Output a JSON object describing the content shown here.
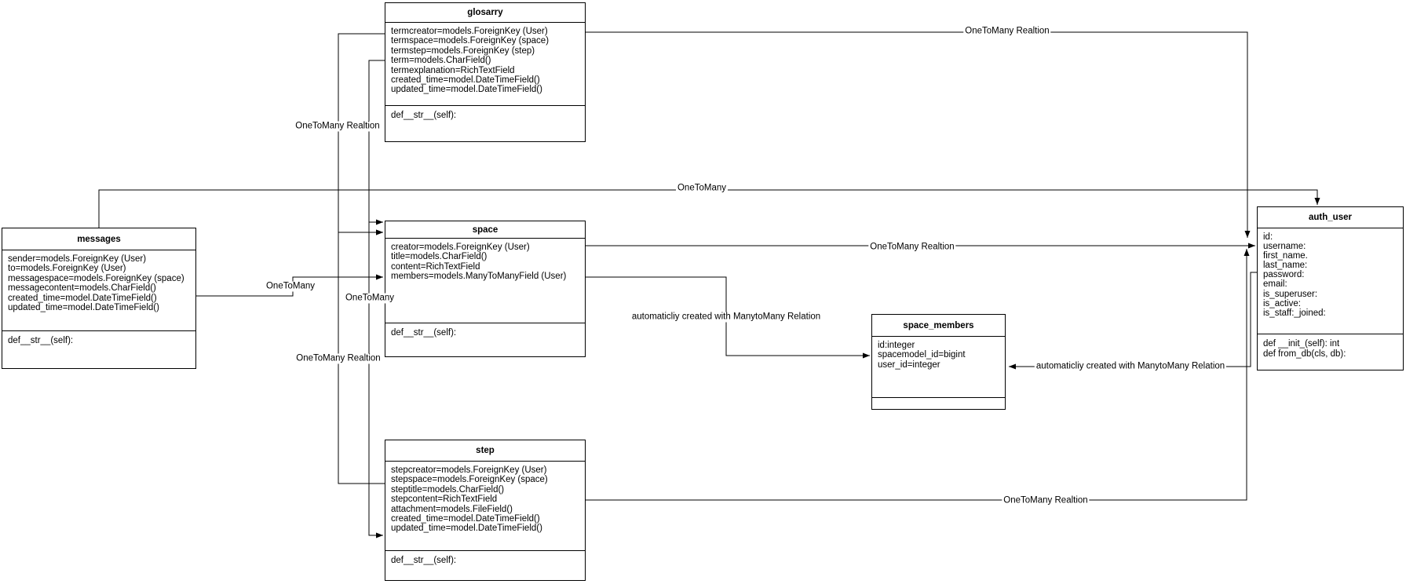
{
  "diagram": {
    "entities": {
      "glosarry": {
        "title": "glosarry",
        "fields": "termcreator=models.ForeignKey (User)\ntermspace=models.ForeignKey (space)\ntermstep=models.ForeignKey (step)\nterm=models.CharField()\ntermexplanation=RichTextField\ncreated_time=model.DateTimeField()\nupdated_time=model.DateTimeField()",
        "methods": "def__str__(self):"
      },
      "messages": {
        "title": "messages",
        "fields": "sender=models.ForeignKey (User)\nto=models.ForeignKey (User)\nmessagespace=models.ForeignKey (space)\nmessagecontent=models.CharField()\ncreated_time=model.DateTimeField()\nupdated_time=model.DateTimeField()",
        "methods": "def__str__(self):"
      },
      "space": {
        "title": "space",
        "fields": "creator=models.ForeignKey (User)\ntitle=models.CharField()\ncontent=RichTextField\nmembers=models.ManyToManyField (User)",
        "methods": "def__str__(self):"
      },
      "step": {
        "title": "step",
        "fields": "stepcreator=models.ForeignKey (User)\nstepspace=models.ForeignKey (space)\nsteptitle=models.CharField()\nstepcontent=RichTextField\nattachment=models.FileField()\ncreated_time=model.DateTimeField()\nupdated_time=model.DateTimeField()",
        "methods": "def__str__(self):"
      },
      "space_members": {
        "title": "space_members",
        "fields": "id:integer\nspacemodel_id=bigint\nuser_id=integer",
        "methods": ""
      },
      "auth_user": {
        "title": "auth_user",
        "fields": "id:\nusername:\nfirst_name.\nlast_name:\npassword:\nemail:\nis_superuser:\nis_active:\nis_staff:_joined:",
        "methods": "def __init_(self): int\ndef from_db(cls, db):"
      }
    },
    "labels": {
      "glosarry_to_auth_user": "OneToMany Realtion",
      "space_to_auth_user": "OneToMany Realtion",
      "step_to_auth_user": "OneToMany Realtion",
      "messages_to_auth_user": "OneToMany",
      "glosarry_to_space": "OneToMany Realtion",
      "step_to_space": "OneToMany Realtion",
      "glosarry_to_step": "OneToMany",
      "messages_to_space": "OneToMany",
      "space_to_space_members": "automaticliy created with ManytoMany Relation",
      "auth_user_to_space_members": "automaticliy created with ManytoMany Relation"
    }
  }
}
